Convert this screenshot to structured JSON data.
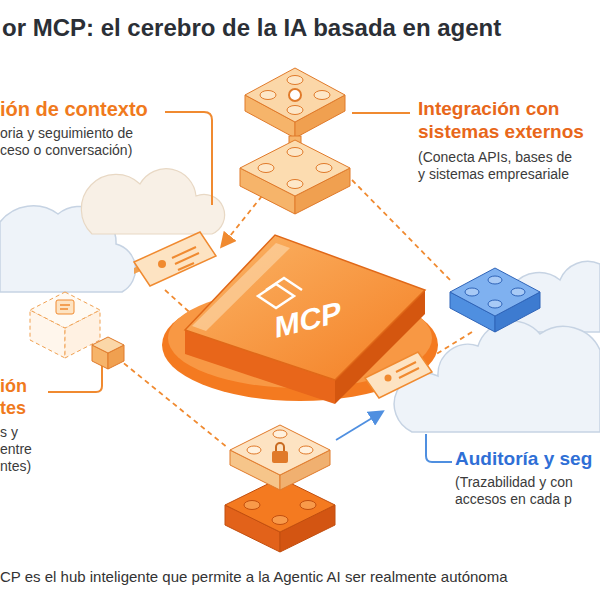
{
  "diagram": {
    "title": "or MCP: el cerebro de la IA basada en agent",
    "caption": "CP es el hub inteligente que permite a la Agentic AI ser realmente autónoma",
    "nodes": [
      {
        "text": [
          "ión de contexto",
          "oria y seguimiento de ceso o conversación)"
        ]
      },
      {
        "text": [
          "Integración con sistemas externos",
          "(Conecta APIs, bases de y sistemas empresariale"
        ]
      },
      {
        "text": [
          "MCP"
        ]
      },
      {
        "text": [
          "ión tes",
          "s y entre ntes)"
        ]
      },
      {
        "text": [
          "Auditoría y seg",
          "(Trazabilidad y con accesos en cada p"
        ]
      }
    ]
  }
}
